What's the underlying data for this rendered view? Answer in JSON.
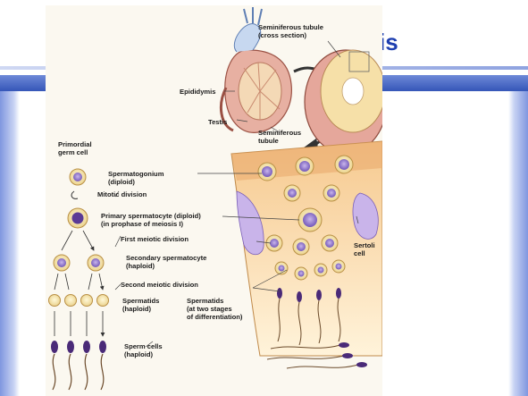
{
  "slide": {
    "title_fragment": "is",
    "colors": {
      "title": "#1e3fb0",
      "band": "#3556b8",
      "edge": "#7f96df"
    }
  },
  "figure": {
    "labels": {
      "seminiferous_tubule_cross_section": {
        "line1": "Seminiferous tubule",
        "line2": "(cross section)"
      },
      "epididymis": "Epididymis",
      "testis": "Testis",
      "seminiferous_tubule": {
        "line1": "Seminiferous",
        "line2": "tubule"
      },
      "primordial_germ_cell": {
        "line1": "Primordial",
        "line2": "germ cell"
      },
      "spermatogonium": {
        "line1": "Spermatogonium",
        "line2": "(diploid)"
      },
      "mitotic_division": "Mitotic division",
      "primary_spermatocyte": {
        "line1": "Primary spermatocyte (diploid)",
        "line2": "(in prophase of meiosis I)"
      },
      "first_meiotic_division": "First meiotic division",
      "secondary_spermatocyte": {
        "line1": "Secondary spermatocyte",
        "line2": "(haploid)"
      },
      "second_meiotic_division": "Second meiotic division",
      "spermatids_left": {
        "line1": "Spermatids",
        "line2": "(haploid)"
      },
      "spermatids_right": {
        "line1": "Spermatids",
        "line2": "(at two stages",
        "line3": "of differentiation)"
      },
      "sertoli_cell": {
        "line1": "Sertoli",
        "line2": "cell"
      },
      "sperm_cells": {
        "line1": "Sperm cells",
        "line2": "(haploid)"
      }
    }
  }
}
